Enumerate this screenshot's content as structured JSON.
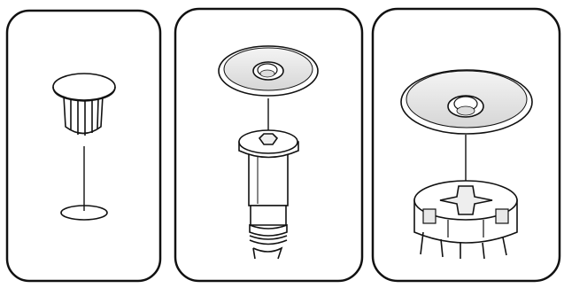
{
  "illustration": {
    "panel_count": 3,
    "panels": [
      {
        "id": "panel-1",
        "icon": "cap-plug-over-hole-icon"
      },
      {
        "id": "panel-2",
        "icon": "cap-over-hex-post-icon"
      },
      {
        "id": "panel-3",
        "icon": "cap-over-cam-lock-icon"
      }
    ]
  },
  "colors": {
    "line": "#111111",
    "fill": "#ffffff",
    "shade": "#dcdcdc"
  }
}
